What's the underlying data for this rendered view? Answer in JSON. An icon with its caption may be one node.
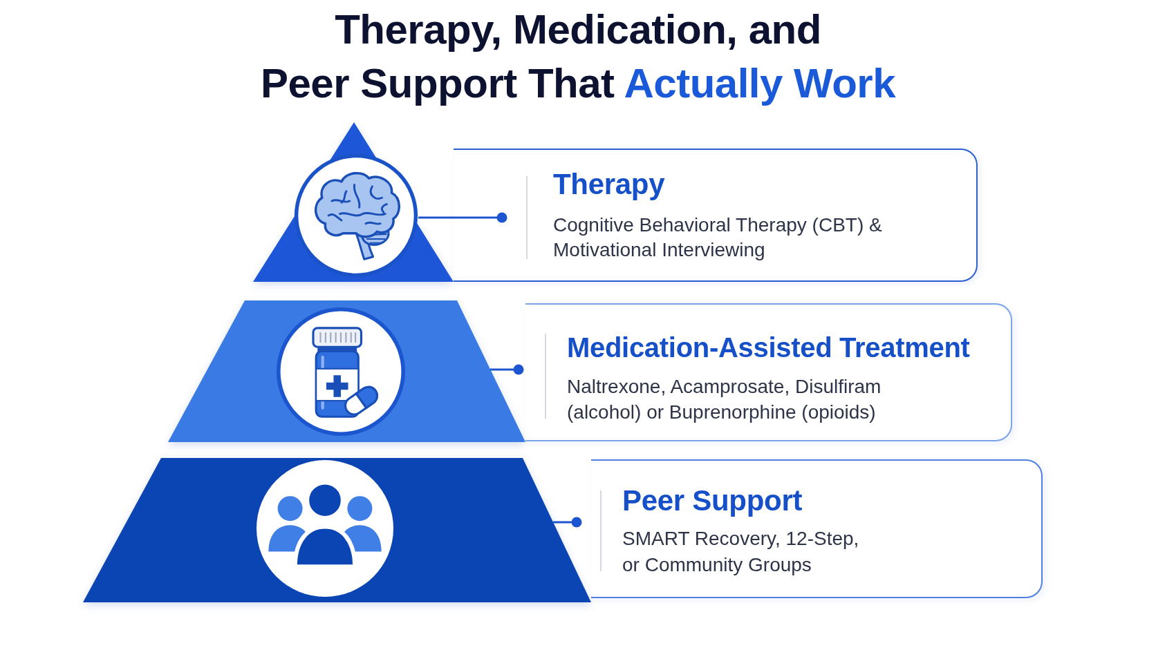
{
  "diagram": {
    "title": "Therapy, Medication, and Peer Support That Actually Work",
    "nodes": [
      {
        "text": [],
        "shape": "triangle"
      },
      {
        "text": [
          "Therapy",
          "Cognitive Behavioral Therapy (CBT) & Motivational Interviewing"
        ]
      },
      {
        "text": [],
        "shape": "trapezoid"
      },
      {
        "text": [
          "Medication-Assisted Treatment",
          "Naltrexone, Acamprosate, Disulfiram (alcohol) or Buprenorphine (opioids)"
        ]
      },
      {
        "text": [],
        "shape": "trapezoid"
      },
      {
        "text": [
          "Peer Support",
          "SMART Recovery, 12-Step, or Community Groups"
        ]
      }
    ],
    "edges": [
      {
        "from": 0,
        "to": 1,
        "arrow": "other"
      },
      {
        "from": 2,
        "to": 3,
        "arrow": "other"
      },
      {
        "from": 4,
        "to": 5,
        "arrow": "other"
      }
    ]
  }
}
